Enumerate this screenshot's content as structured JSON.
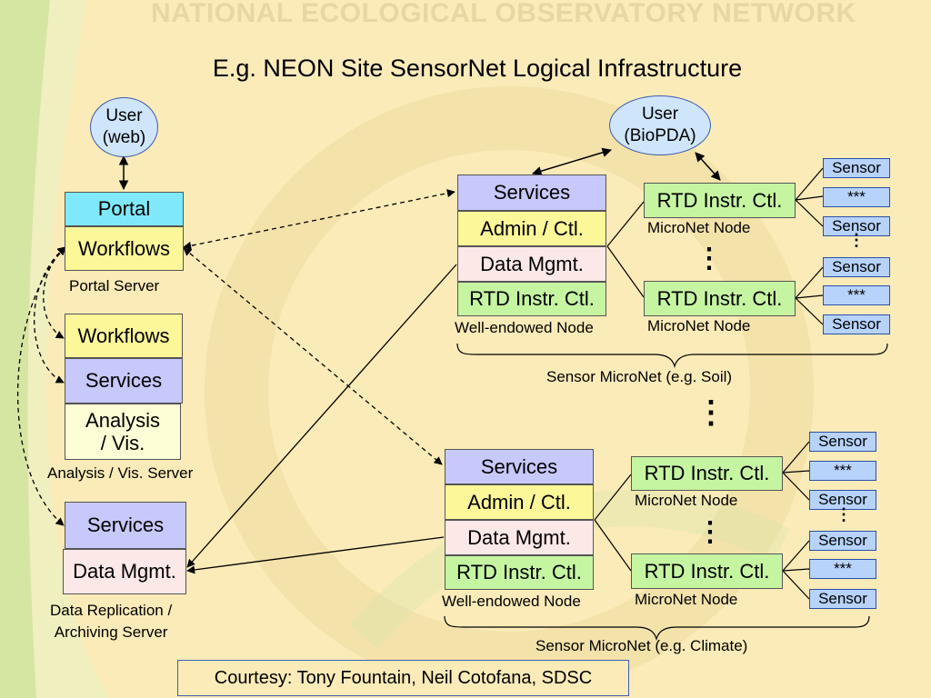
{
  "watermark": "NATIONAL ECOLOGICAL OBSERVATORY NETWORK",
  "title": "E.g. NEON Site SensorNet Logical Infrastructure",
  "users": {
    "web": "User\n(web)",
    "biopda": "User\n(BioPDA)"
  },
  "portal_server": {
    "portal": "Portal",
    "workflows": "Workflows",
    "caption": "Portal Server"
  },
  "analysis_server": {
    "workflows": "Workflows",
    "services": "Services",
    "analysis": "Analysis\n/ Vis.",
    "caption": "Analysis / Vis. Server"
  },
  "replication_server": {
    "services": "Services",
    "data_mgmt": "Data Mgmt.",
    "caption": "Data Replication /\nArchiving Server"
  },
  "soil_node": {
    "services": "Services",
    "admin": "Admin / Ctl.",
    "data_mgmt": "Data Mgmt.",
    "rtd": "RTD Instr. Ctl.",
    "caption": "Well-endowed Node",
    "micro1": {
      "rtd": "RTD Instr. Ctl.",
      "caption": "MicroNet Node",
      "sensors": [
        "Sensor",
        "***",
        "Sensor"
      ]
    },
    "micro2": {
      "rtd": "RTD Instr. Ctl.",
      "caption": "MicroNet Node",
      "sensors": [
        "Sensor",
        "***",
        "Sensor"
      ]
    },
    "brace_caption": "Sensor MicroNet (e.g. Soil)"
  },
  "climate_node": {
    "services": "Services",
    "admin": "Admin / Ctl.",
    "data_mgmt": "Data Mgmt.",
    "rtd": "RTD Instr. Ctl.",
    "caption": "Well-endowed Node",
    "micro1": {
      "rtd": "RTD Instr. Ctl.",
      "caption": "MicroNet Node",
      "sensors": [
        "Sensor",
        "***",
        "Sensor"
      ]
    },
    "micro2": {
      "rtd": "RTD Instr. Ctl.",
      "caption": "MicroNet Node",
      "sensors": [
        "Sensor",
        "***",
        "Sensor"
      ]
    },
    "brace_caption": "Sensor MicroNet (e.g. Climate)"
  },
  "courtesy": "Courtesy: Tony Fountain, Neil Cotofana, SDSC"
}
